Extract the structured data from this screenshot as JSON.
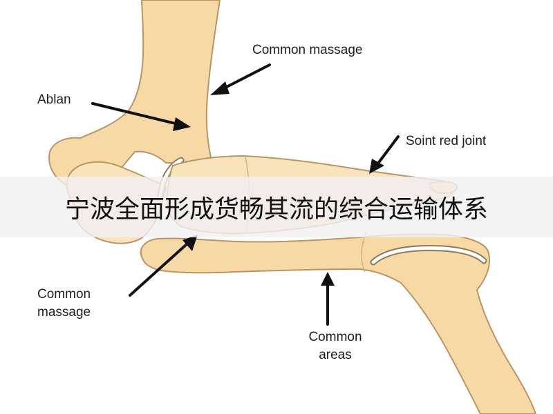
{
  "labels": {
    "common_massage_top": "Common massage",
    "ablan": "Ablan",
    "soint_red_joint": "Soint red joint",
    "common_massage_bottom_line1": "Common",
    "common_massage_bottom_line2": "massage",
    "common_areas_line1": "Common",
    "common_areas_line2": "areas"
  },
  "banner": {
    "text": "宁波全面形成货畅其流的综合运输体系"
  },
  "colors": {
    "bone": "#f7d9a6",
    "bone_outline": "#b99563",
    "arrow": "#111111",
    "banner_bg": "#f0f0f0"
  }
}
